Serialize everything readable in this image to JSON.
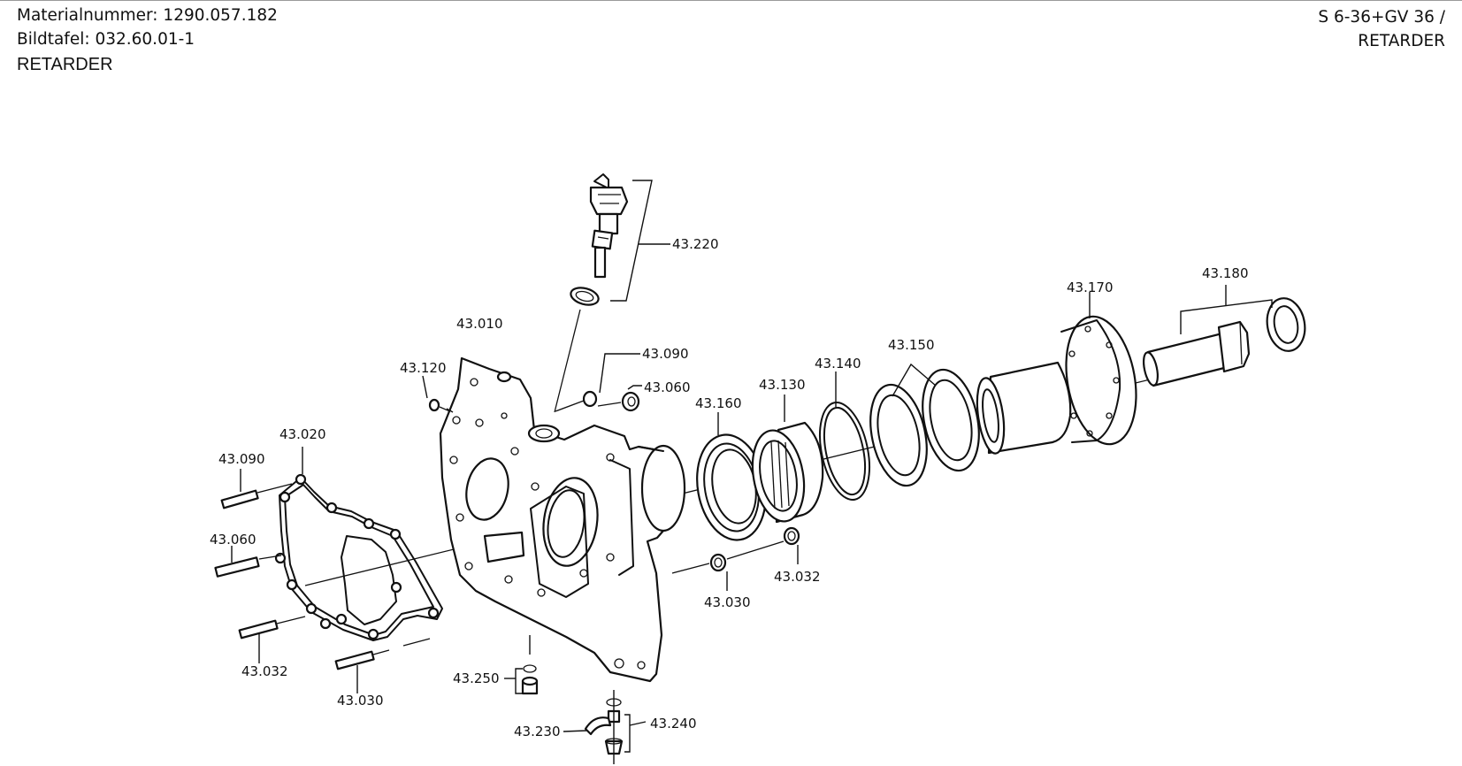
{
  "header": {
    "material_number": "Materialnummer: 1290.057.182",
    "plate": "Bildtafel: 032.60.01-1",
    "group": "RETARDER",
    "model_line1": "S 6-36+GV 36 /",
    "model_line2": "RETARDER"
  },
  "callouts": {
    "p43_220": "43.220",
    "p43_010": "43.010",
    "p43_090_top": "43.090",
    "p43_120": "43.120",
    "p43_060_top": "43.060",
    "p43_020": "43.020",
    "p43_090_left": "43.090",
    "p43_060_left": "43.060",
    "p43_032_left": "43.032",
    "p43_030_left": "43.030",
    "p43_250": "43.250",
    "p43_230": "43.230",
    "p43_240": "43.240",
    "p43_160": "43.160",
    "p43_130": "43.130",
    "p43_140": "43.140",
    "p43_150": "43.150",
    "p43_170": "43.170",
    "p43_180": "43.180",
    "p43_030_mid": "43.030",
    "p43_032_mid": "43.032"
  }
}
